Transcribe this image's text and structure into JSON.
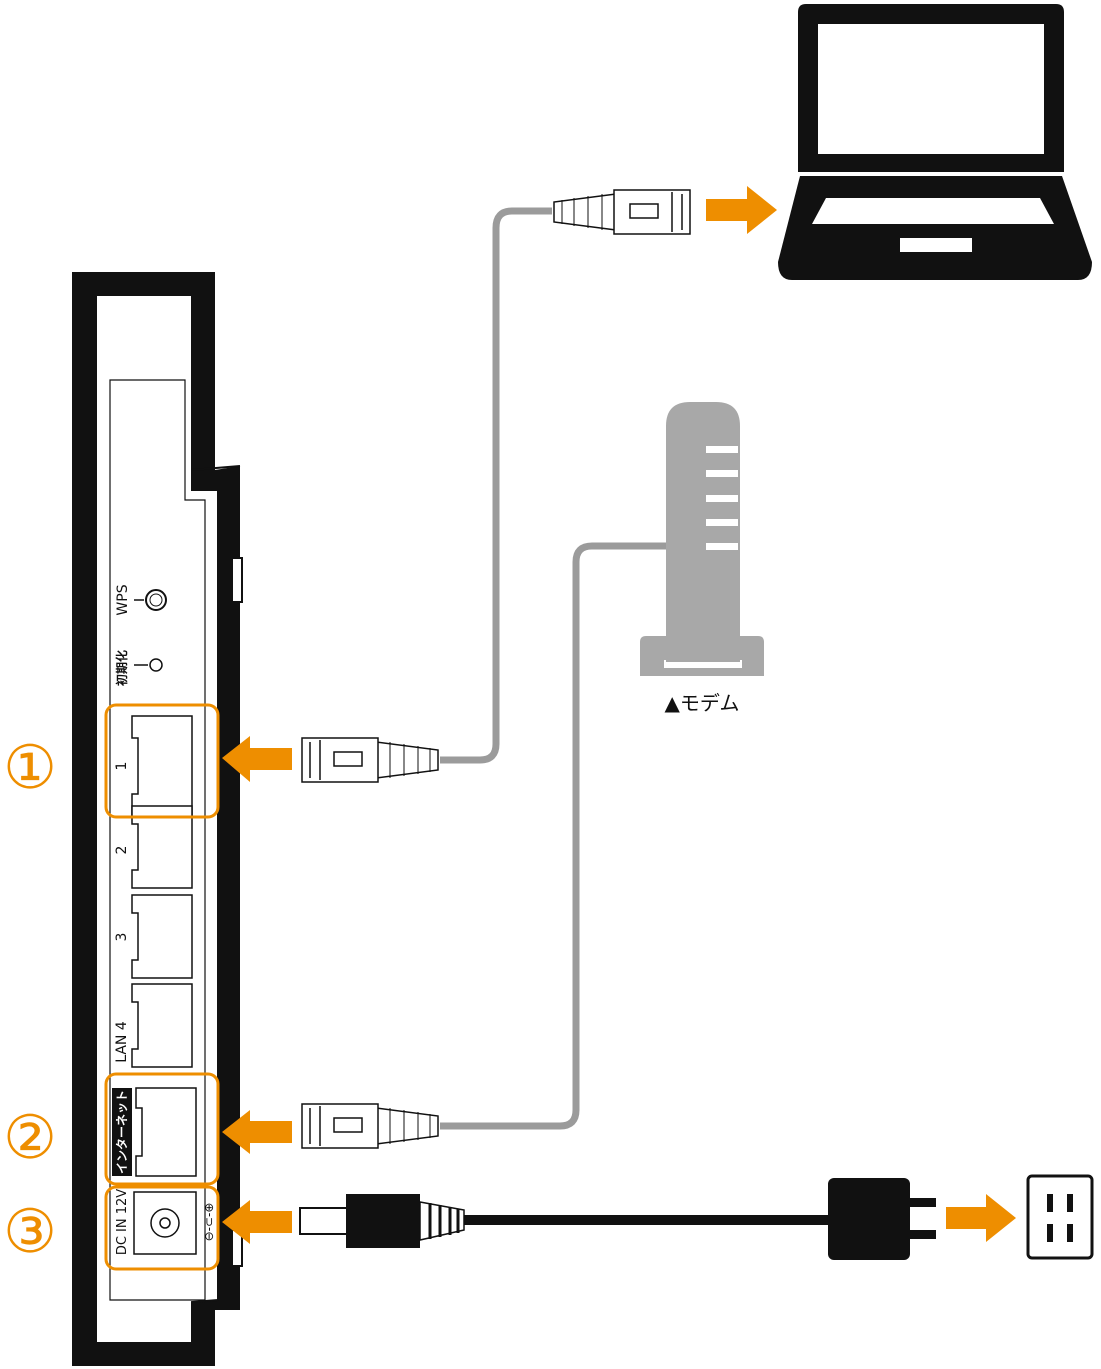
{
  "router": {
    "wps_label": "WPS",
    "reset_label": "初期化",
    "lan_port_labels": [
      "1",
      "2",
      "3",
      "LAN 4"
    ],
    "internet_label": "インターネット",
    "dc_label": "DC IN 12V",
    "polarity_symbol": "⊖-⊂-⊕"
  },
  "steps": [
    "①",
    "②",
    "③"
  ],
  "modem": {
    "caption": "▲モデム"
  },
  "colors": {
    "highlight": "#ee8e00",
    "cable_gray": "#9b9b9b",
    "device_black": "#111111",
    "modem_gray": "#a8a8a8"
  },
  "icons": [
    "laptop-icon",
    "modem-icon",
    "lan-plug-icon",
    "power-adapter-icon",
    "wall-outlet-icon",
    "arrow-right-icon",
    "arrow-left-icon"
  ]
}
